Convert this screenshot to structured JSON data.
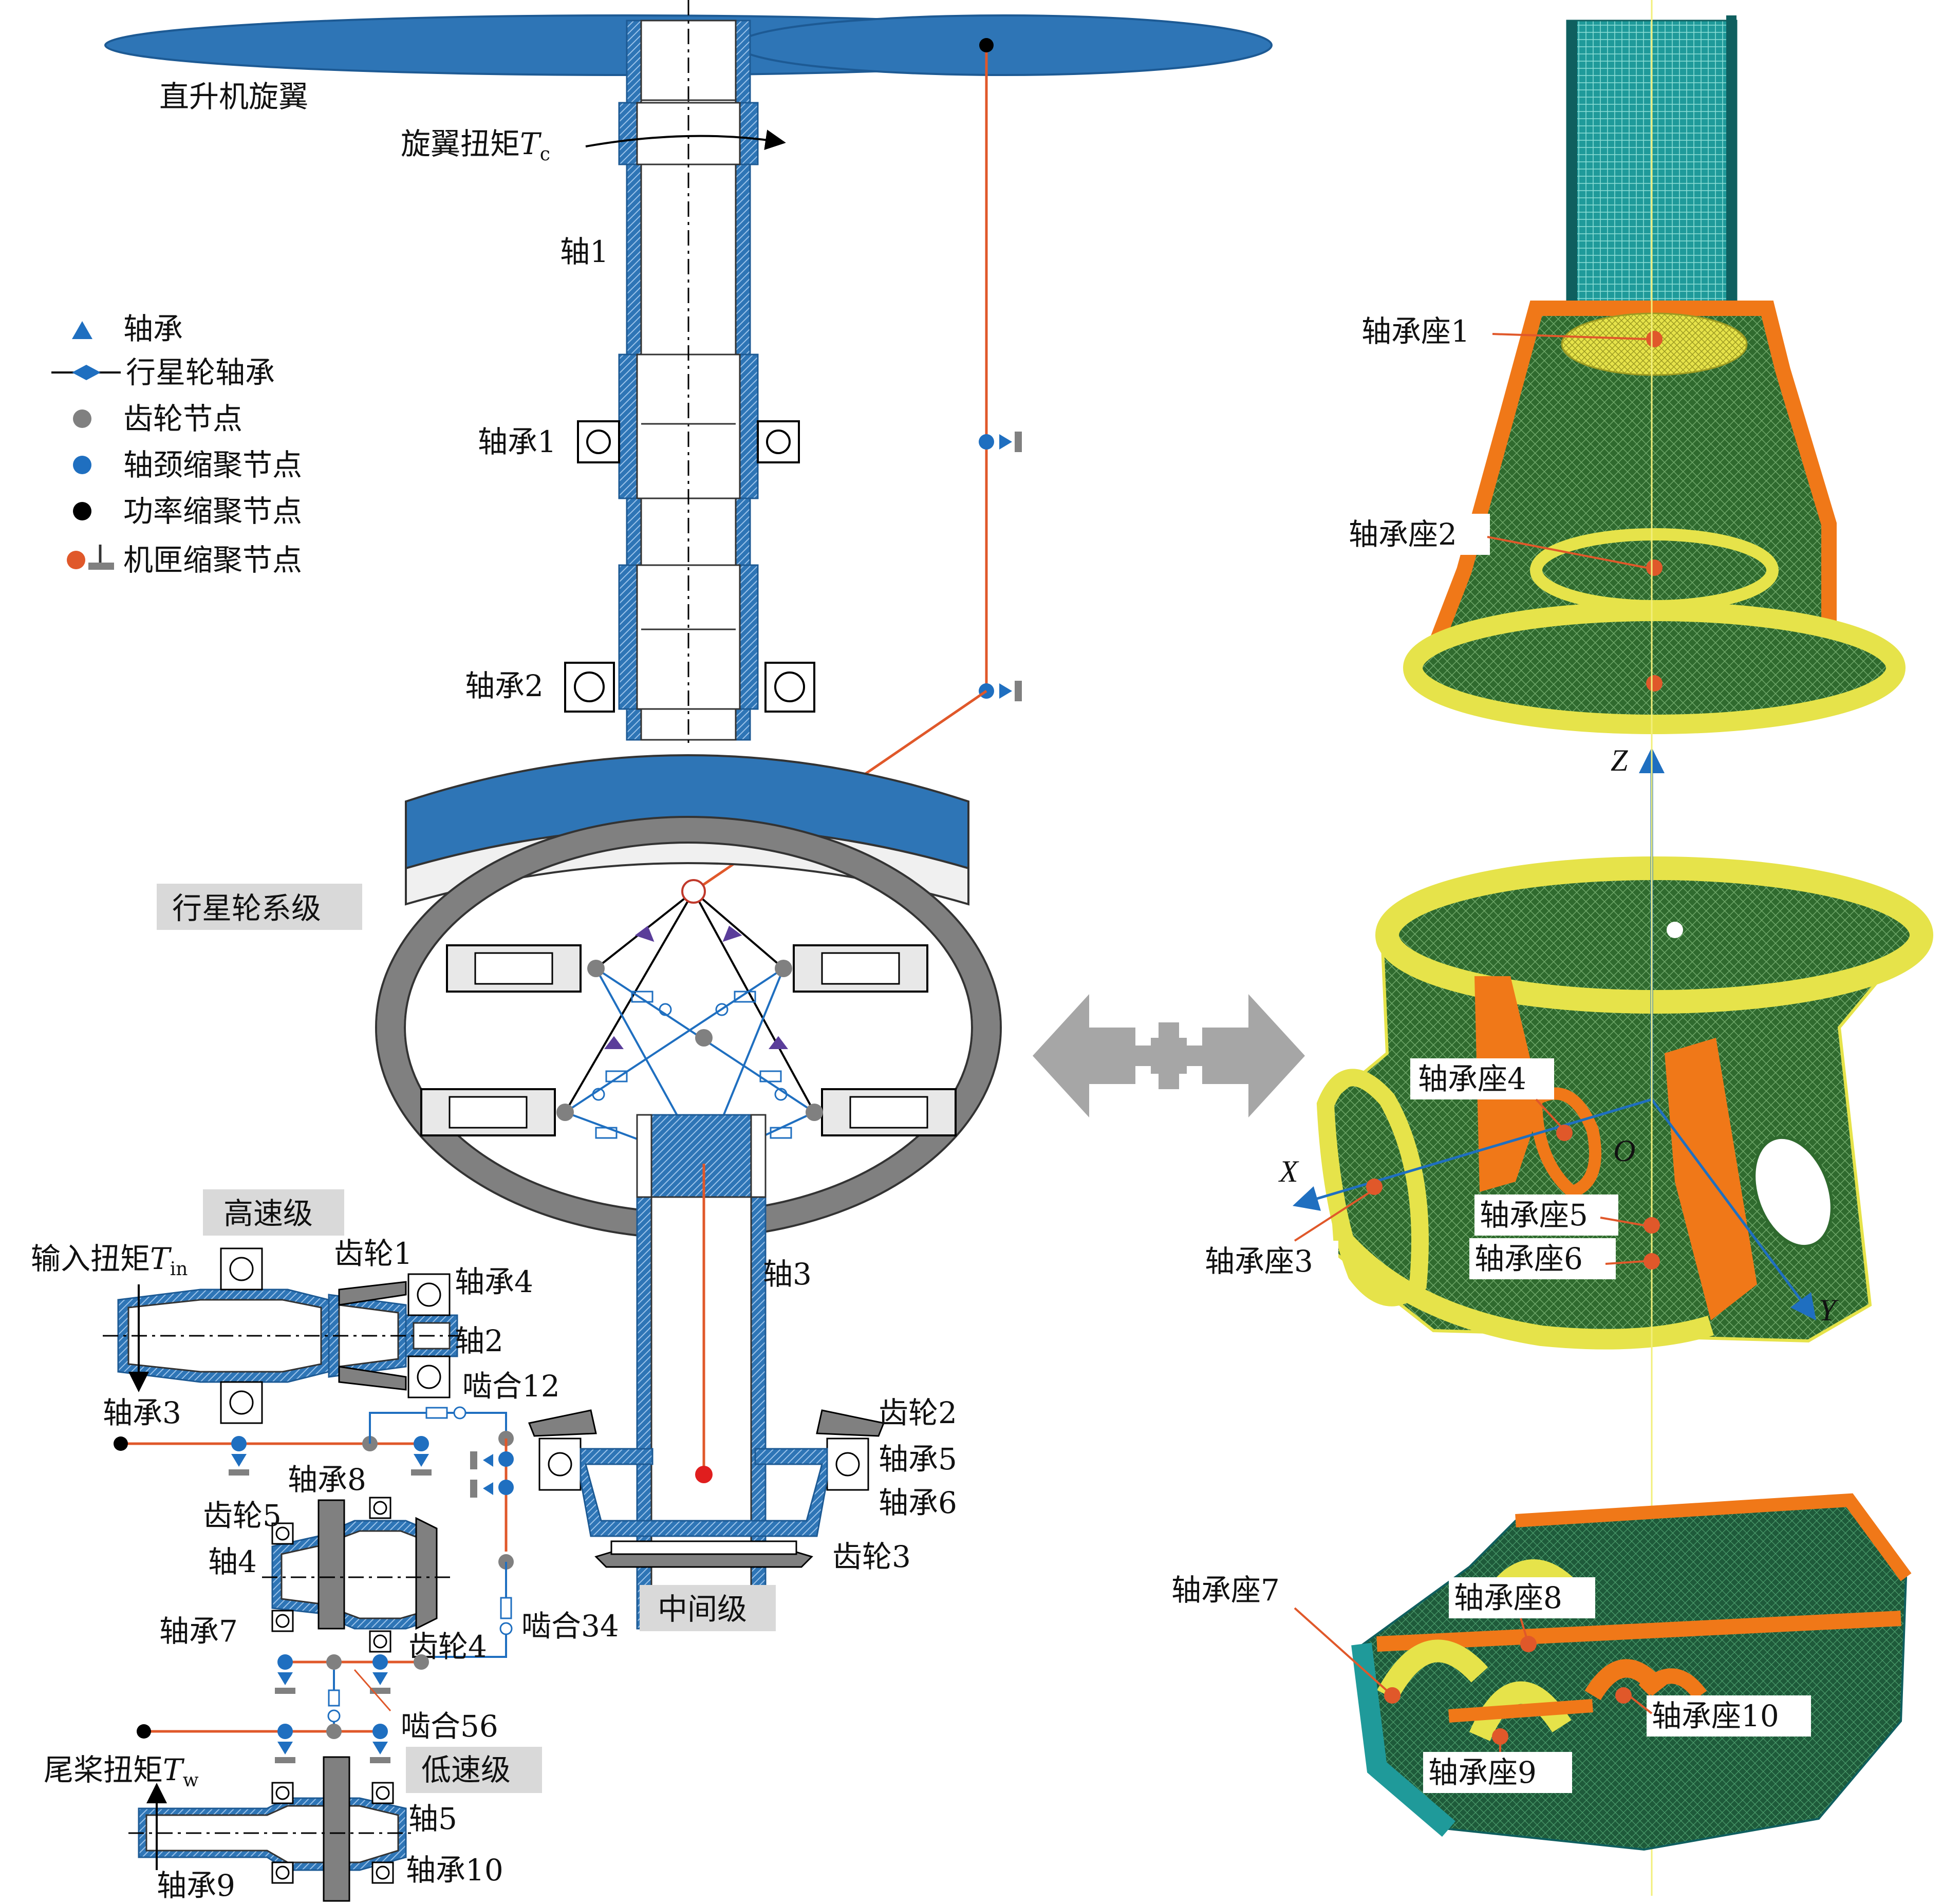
{
  "colors": {
    "shaft_blue": "#2e75b6",
    "rotor_blue": "#2e75b6",
    "node_orange": "#e0582a",
    "node_grey": "#808080",
    "node_blue": "#1f6fc0",
    "node_black": "#000000",
    "mesh_green": "#2f6a2e",
    "mesh_yellow": "#e6e34a",
    "housing_orange": "#f07818",
    "mesh_teal": "#1f9a9a",
    "tag_grey": "#d9d9d9"
  },
  "title": {
    "rotor": "直升机旋翼",
    "rotor_torque": "旋翼扭矩",
    "rotor_torque_sym": "T",
    "rotor_torque_sub": "c"
  },
  "legend": [
    {
      "icon": "triangle-icon",
      "label": "轴承"
    },
    {
      "icon": "diamond-line-icon",
      "label": "行星轮轴承"
    },
    {
      "icon": "grey-dot-icon",
      "label": "齿轮节点"
    },
    {
      "icon": "blue-dot-icon",
      "label": "轴颈缩聚节点"
    },
    {
      "icon": "black-dot-icon",
      "label": "功率缩聚节点"
    },
    {
      "icon": "orange-dot-ground-icon",
      "label": "机匣缩聚节点"
    }
  ],
  "labels": {
    "shaft1": "轴1",
    "bearing1": "轴承1",
    "bearing2": "轴承2",
    "planetary_stage": "行星轮系级",
    "high_speed_stage": "高速级",
    "input_torque": "输入扭矩",
    "input_torque_sym": "T",
    "input_torque_sub": "in",
    "gear1": "齿轮1",
    "bearing4": "轴承4",
    "shaft2": "轴2",
    "bearing3": "轴承3",
    "mesh12": "啮合12",
    "bearing8": "轴承8",
    "gear5": "齿轮5",
    "shaft4": "轴4",
    "bearing7": "轴承7",
    "gear4": "齿轮4",
    "mesh34": "啮合34",
    "mesh56": "啮合56",
    "low_speed_stage": "低速级",
    "tail_torque": "尾桨扭矩",
    "tail_torque_sym": "T",
    "tail_torque_sub": "w",
    "shaft5": "轴5",
    "bearing9": "轴承9",
    "bearing10": "轴承10",
    "shaft3": "轴3",
    "gear2": "齿轮2",
    "bearing5": "轴承5",
    "bearing6": "轴承6",
    "gear3": "齿轮3",
    "intermediate_stage": "中间级"
  },
  "fe_labels": {
    "seat1": "轴承座1",
    "seat2": "轴承座2",
    "seat3": "轴承座3",
    "seat4": "轴承座4",
    "seat5": "轴承座5",
    "seat6": "轴承座6",
    "seat7": "轴承座7",
    "seat8": "轴承座8",
    "seat9": "轴承座9",
    "seat10": "轴承座10",
    "axis_x": "X",
    "axis_y": "Y",
    "axis_z": "Z",
    "origin": "O"
  }
}
